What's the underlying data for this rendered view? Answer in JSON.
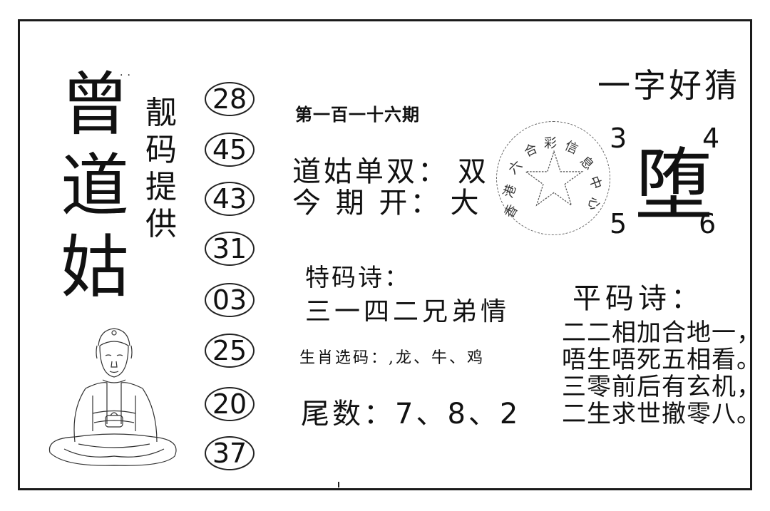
{
  "title": {
    "chars": [
      "曾",
      "道",
      "姑"
    ],
    "subtitle_chars": [
      "靓",
      "码",
      "提",
      "供"
    ]
  },
  "numbers": [
    "28",
    "45",
    "43",
    "31",
    "03",
    "25",
    "20",
    "37"
  ],
  "issue": "第一百一十六期",
  "odd_even": {
    "label": "道姑单双：",
    "value": "双"
  },
  "this_period": {
    "label": "今 期 开：",
    "value": "大"
  },
  "stamp": {
    "chars": [
      "香",
      "港",
      "六",
      "合",
      "彩",
      "信",
      "息",
      "中",
      "心"
    ],
    "icon": "star-icon"
  },
  "puzzle": {
    "title": "一字好猜",
    "character": "堕",
    "corners": {
      "top_left": "3",
      "top_right": "4",
      "bottom_left": "5",
      "bottom_right": "6"
    }
  },
  "special_poem": {
    "title": "特码诗：",
    "line": "三一四二兄弟情"
  },
  "zodiac_pick": {
    "label": "生肖选码：",
    "value": ",龙、牛、鸡"
  },
  "tail_numbers": {
    "label": "尾数：",
    "value": "7、8、2"
  },
  "flat_poem": {
    "title": "平码诗：",
    "lines": [
      "二二相加合地一，",
      "唔生唔死五相看。",
      "三零前后有玄机，",
      "二生求世撤零八。"
    ]
  }
}
